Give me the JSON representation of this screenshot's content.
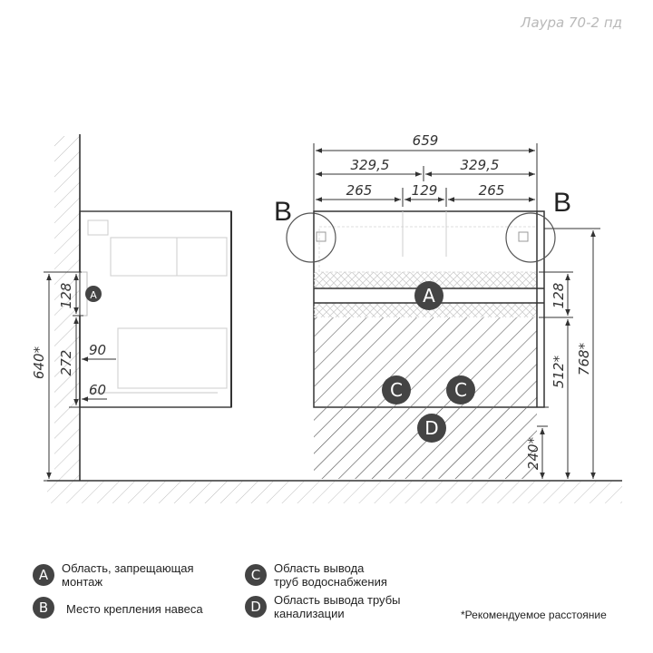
{
  "model": "Лаура 70-2 пд",
  "dims": {
    "total_width": "659",
    "half_left": "329,5",
    "half_right": "329,5",
    "seg_left": "265",
    "seg_center": "129",
    "seg_right": "265",
    "side_128": "128",
    "side_272": "272",
    "side_640": "640*",
    "side_90": "90",
    "side_60": "60",
    "front_128": "128",
    "front_512": "512*",
    "front_768": "768*",
    "front_240": "240*"
  },
  "markers": {
    "a": "A",
    "b": "B",
    "c": "C",
    "d": "D"
  },
  "legend": {
    "a_letter": "A",
    "a_line1": "Область, запрещающая",
    "a_line2": "монтаж",
    "b_letter": "B",
    "b_text": "Место крепления навеса",
    "c_letter": "C",
    "c_line1": "Область вывода",
    "c_line2": "труб водоснабжения",
    "d_letter": "D",
    "d_line1": "Область вывода трубы",
    "d_line2": "канализации"
  },
  "footnote": "*Рекомендуемое расстояние"
}
